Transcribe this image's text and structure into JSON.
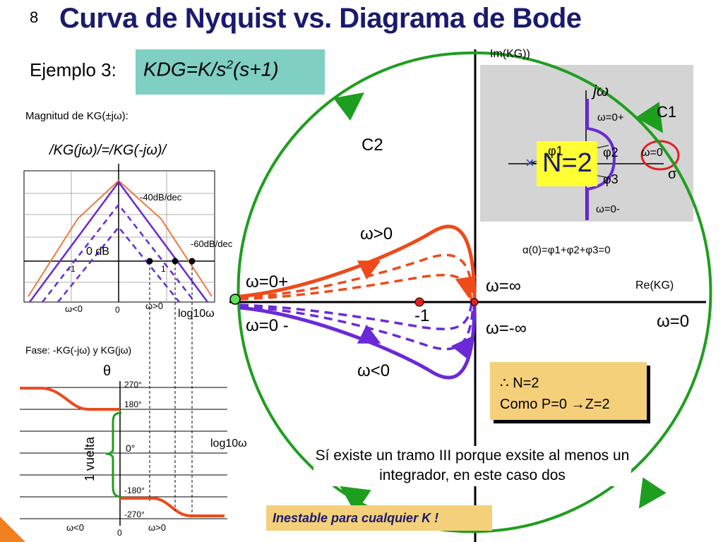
{
  "slide": {
    "number": "8",
    "title": "Curva de Nyquist vs. Diagrama de Bode",
    "example_label": "Ejemplo 3:",
    "formula_main": "KDG=K/s",
    "formula_exp": "2",
    "formula_tail": "(s+1)"
  },
  "bode_mag": {
    "heading": "Magnitud de KG(±jω):",
    "equality": "/KG(jω)/=/KG(-jω)/",
    "slope1": "-40dB/dec",
    "slope2": "-60dB/dec",
    "zero_db": "0 dB",
    "tick_neg1": "-1",
    "tick_pos1": "1",
    "omega_neg": "ω<0",
    "zero": "0",
    "omega_pos": "ω>0",
    "log_label": "log10ω"
  },
  "bode_phase": {
    "heading": "Fase: -KG(-jω) y KG(jω)",
    "theta": "θ",
    "t270": "270°",
    "t180": "180°",
    "t0": "0°",
    "tm180": "-180°",
    "tm270": "-270°",
    "log_label": "log10ω",
    "vuelta": "1 vuelta",
    "omega_neg": "ω<0",
    "zero": "0",
    "omega_pos": "ω>0"
  },
  "nyquist": {
    "im_label": "Im(KG))",
    "re_label": "Re(KG)",
    "c2": "C2",
    "omega_gt0": "ω>0",
    "omega_lt0": "ω<0",
    "omega_0plus": "ω=0+",
    "omega_0minus": "ω=0 -",
    "omega_inf": "ω=∞",
    "omega_minf": "ω=-∞",
    "minus_one": "-1",
    "omega_0_right": "ω=0"
  },
  "inset": {
    "jw": "jω",
    "c1": "C1",
    "w0plus": "ω=0+",
    "w0minus": "ω=0-",
    "w0": "ω=0",
    "sigma": "σ",
    "phi1": "φ1",
    "phi2": "φ2",
    "phi3": "φ3",
    "alpha": "α(0)=φ1+φ2+φ3=0",
    "n2": "N=2"
  },
  "note": {
    "line1": "∴ N=2",
    "line2": "Como P=0 →Z=2"
  },
  "explanation": "Sí existe un tramo III porque exsite al menos un integrador, en este caso dos",
  "unstable": "Inestable para cualquier K !",
  "colors": {
    "title": "#1a1a6e",
    "green": "#1e9e1e",
    "red_orange": "#ee4a1a",
    "purple": "#6a2ad8",
    "box_teal": "#7fcfc3",
    "box_yellow": "#f5d07a",
    "highlight": "#ffff33"
  }
}
